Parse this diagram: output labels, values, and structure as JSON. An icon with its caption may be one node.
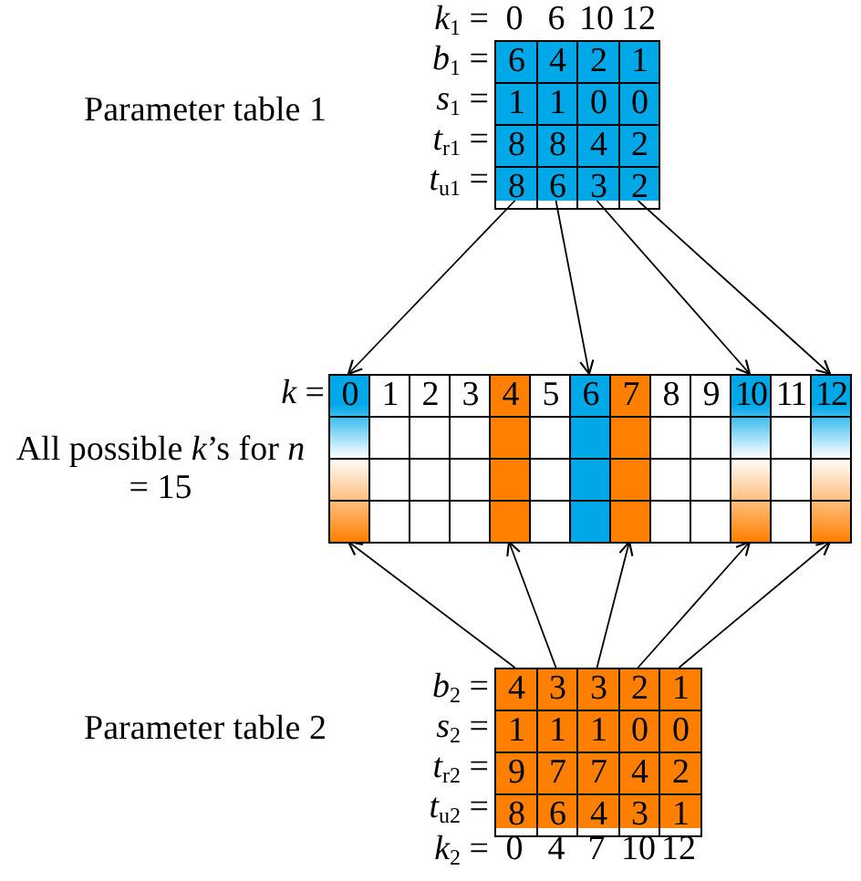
{
  "diagram": {
    "nodes": [
      {
        "text": [
          "Parameter table 1"
        ]
      },
      {
        "text": [
          "6",
          "1",
          "8",
          "8"
        ],
        "in": 0
      },
      {
        "text": [
          "4",
          "1",
          "8",
          "6"
        ],
        "in": 0
      },
      {
        "text": [
          "2",
          "0",
          "4",
          "3"
        ],
        "in": 0
      },
      {
        "text": [
          "1",
          "0",
          "2",
          "2"
        ],
        "in": 0
      },
      {
        "text": [
          "All possible *k*’s for *n* = 15"
        ]
      },
      {
        "text": [
          "0"
        ],
        "in": 5
      },
      {
        "text": [
          "1"
        ],
        "in": 5
      },
      {
        "text": [
          "2"
        ],
        "in": 5
      },
      {
        "text": [
          "3"
        ],
        "in": 5
      },
      {
        "text": [
          "4"
        ],
        "in": 5
      },
      {
        "text": [
          "5"
        ],
        "in": 5
      },
      {
        "text": [
          "6"
        ],
        "in": 5
      },
      {
        "text": [
          "7"
        ],
        "in": 5
      },
      {
        "text": [
          "8"
        ],
        "in": 5
      },
      {
        "text": [
          "9"
        ],
        "in": 5
      },
      {
        "text": [
          "10"
        ],
        "in": 5
      },
      {
        "text": [
          "11"
        ],
        "in": 5
      },
      {
        "text": [
          "12"
        ],
        "in": 5
      },
      {
        "text": [
          "Parameter table 2"
        ]
      },
      {
        "text": [
          "4",
          "1",
          "9",
          "8"
        ],
        "in": 19
      },
      {
        "text": [
          "3",
          "1",
          "7",
          "6"
        ],
        "in": 19
      },
      {
        "text": [
          "3",
          "1",
          "7",
          "4"
        ],
        "in": 19
      },
      {
        "text": [
          "2",
          "0",
          "4",
          "3"
        ],
        "in": 19
      },
      {
        "text": [
          "1",
          "0",
          "2",
          "1"
        ],
        "in": 19
      }
    ],
    "edges": [
      {
        "from": 1,
        "to": 6,
        "arrow": "to"
      },
      {
        "from": 2,
        "to": 12,
        "arrow": "to"
      },
      {
        "from": 3,
        "to": 16,
        "arrow": "to"
      },
      {
        "from": 4,
        "to": 18,
        "arrow": "to"
      },
      {
        "from": 20,
        "to": 6,
        "arrow": "to"
      },
      {
        "from": 21,
        "to": 10,
        "arrow": "to"
      },
      {
        "from": 22,
        "to": 13,
        "arrow": "to"
      },
      {
        "from": 23,
        "to": 16,
        "arrow": "to"
      },
      {
        "from": 24,
        "to": 18,
        "arrow": "to"
      }
    ],
    "labels": [
      "*k*$_{1}$ =",
      "0",
      "6",
      "10",
      "12",
      "*b*$_{1}$ =",
      "*s*$_{1}$ =",
      "*t*$_{r1}$ =",
      "*t*$_{u1}$ =",
      "*k* =",
      "*b*$_{2}$ =",
      "*s*$_{2}$ =",
      "*t*$_{r2}$ =",
      "*t*$_{u2}$ =",
      "*k*$_{2}$ =",
      "0",
      "4",
      "7",
      "10",
      "12"
    ]
  }
}
